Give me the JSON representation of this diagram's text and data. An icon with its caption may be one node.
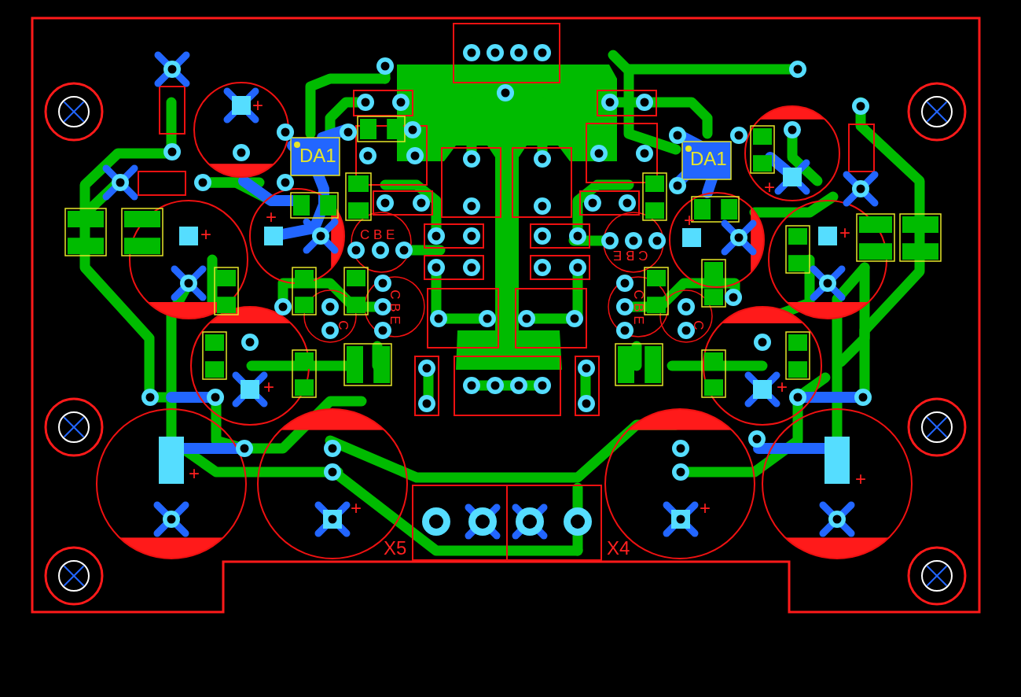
{
  "diagram": {
    "labels": [
      "+",
      "DA1",
      "DA1",
      "+",
      "+",
      "+",
      "C B E",
      "C B E",
      "+",
      "+",
      "C",
      "C B E",
      "C B E",
      "C",
      "+",
      "+",
      "+",
      "+",
      "+",
      "+",
      "X5",
      "X4"
    ]
  }
}
